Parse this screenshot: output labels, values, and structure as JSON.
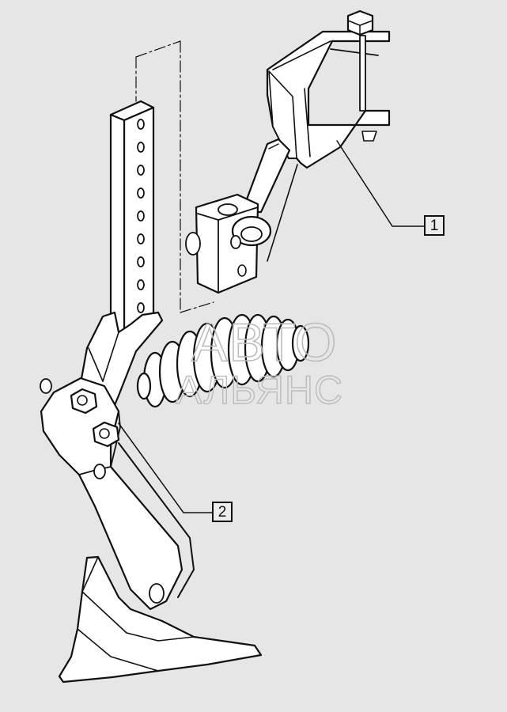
{
  "diagram": {
    "callouts": [
      {
        "id": "1",
        "label": "1",
        "part": "mounting-clamp"
      },
      {
        "id": "2",
        "label": "2",
        "part": "spring-tine"
      }
    ],
    "watermark": {
      "line1": "АВТО",
      "line2": "АЛЬЯНС"
    },
    "colors": {
      "background": "#e6e6e6",
      "part_fill": "#ffffff",
      "stroke": "#111111",
      "watermark": "#c4c4c4"
    }
  }
}
